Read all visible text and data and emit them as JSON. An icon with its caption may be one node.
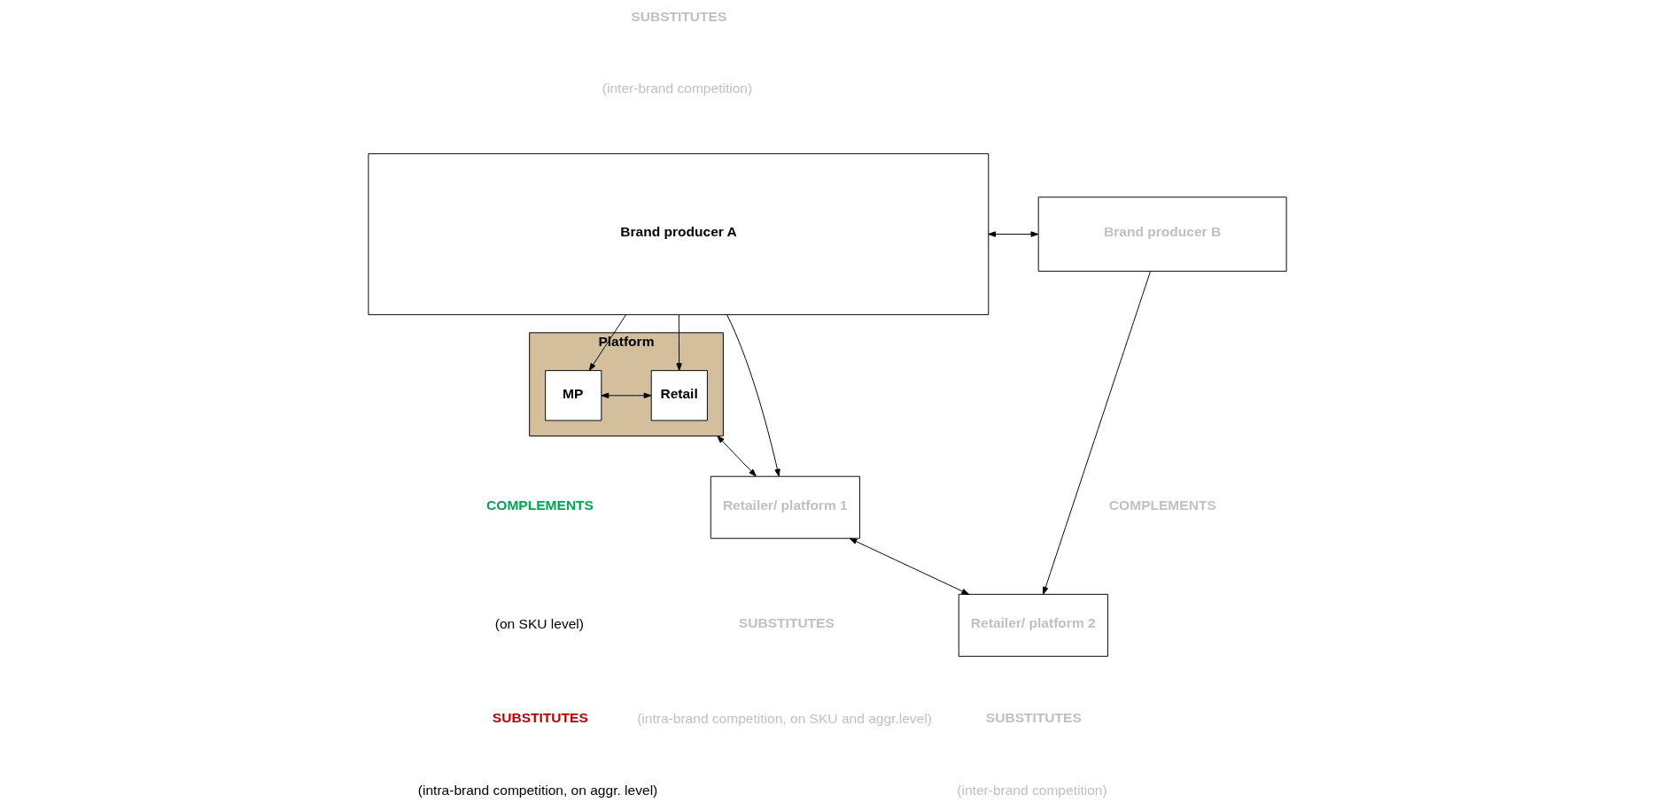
{
  "diagram": {
    "nodes": [
      {
        "text": [
          "Brand producer A"
        ]
      },
      {
        "text": [
          "Brand producer B"
        ]
      },
      {
        "text": [
          "Platform"
        ]
      },
      {
        "text": [
          "MP"
        ],
        "in": 2
      },
      {
        "text": [
          "Retail"
        ],
        "in": 2
      },
      {
        "text": [
          "Retailer/ platform 1"
        ]
      },
      {
        "text": [
          "Retailer/ platform 2"
        ]
      }
    ],
    "edges": [
      {
        "from": 0,
        "to": 1,
        "arrow": "both"
      },
      {
        "from": 0,
        "to": 3,
        "arrow": "to"
      },
      {
        "from": 0,
        "to": 4,
        "arrow": "to"
      },
      {
        "from": 0,
        "to": 5,
        "arrow": "to"
      },
      {
        "from": 1,
        "to": 6,
        "arrow": "to"
      },
      {
        "from": 3,
        "to": 4,
        "arrow": "both"
      },
      {
        "from": 2,
        "to": 5,
        "arrow": "both"
      },
      {
        "from": 5,
        "to": 6,
        "arrow": "both"
      }
    ],
    "labels": [
      "SUBSTITUTES",
      "(inter-brand competition)",
      "COMPLEMENTS",
      "COMPLEMENTS",
      "(on SKU level)",
      "SUBSTITUTES",
      "(intra-brand competition, on aggr. level)",
      "SUBSTITUTES",
      "(intra-brand competition, on SKU and aggr.level)",
      "SUBSTITUTES",
      "(inter-brand competition)"
    ]
  }
}
